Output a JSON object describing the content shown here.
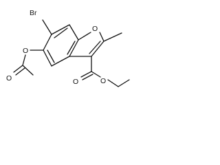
{
  "molecule": {
    "atom_labels": {
      "br": "Br",
      "o_ring": "O",
      "o_acetoxy": "O",
      "o_acetyl_carbonyl": "O",
      "o_ester_carbonyl": "O",
      "o_ester_ether": "O"
    },
    "colors": {
      "bond": "#111111",
      "label": "#111111",
      "background": "#ffffff"
    }
  }
}
